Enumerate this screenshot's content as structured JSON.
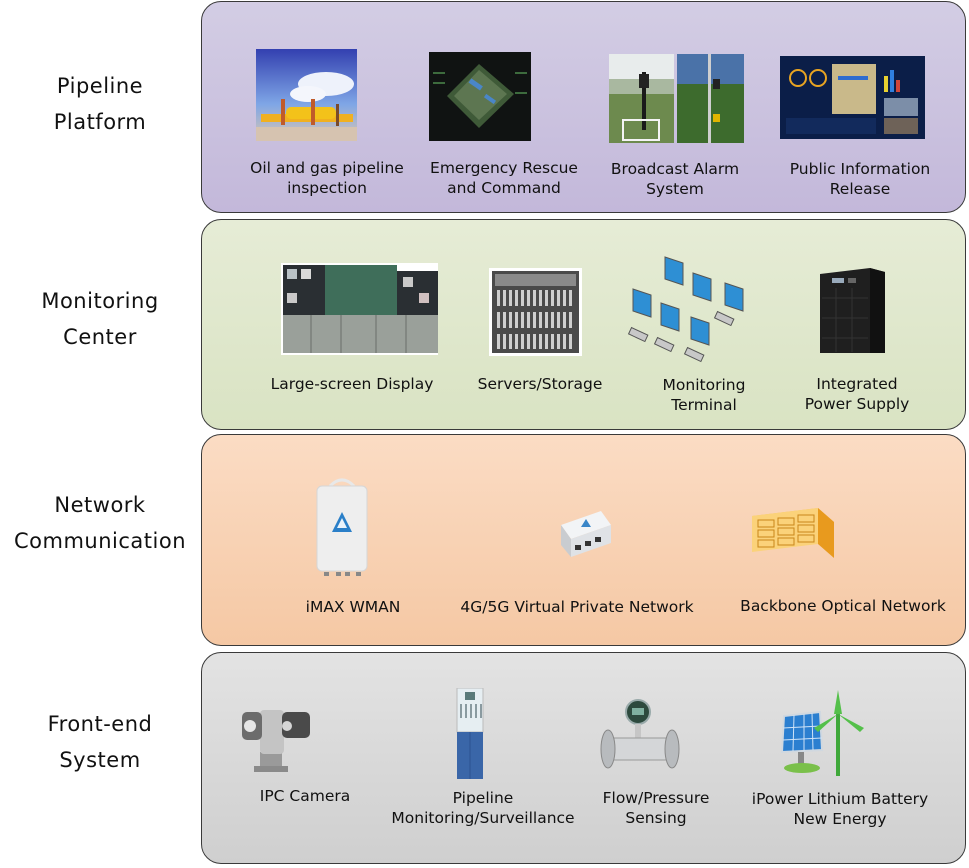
{
  "layers": [
    {
      "label_line1": "Pipeline",
      "label_line2": "Platform",
      "color": "#c9c0de",
      "items": [
        {
          "line1": "Oil and gas pipeline",
          "line2": "inspection",
          "icon": "pipeline-photo-icon"
        },
        {
          "line1": "Emergency Rescue",
          "line2": "and Command",
          "icon": "command-dashboard-icon"
        },
        {
          "line1": "Broadcast Alarm",
          "line2": "System",
          "icon": "alarm-pole-icon"
        },
        {
          "line1": "Public Information",
          "line2": "Release",
          "icon": "info-dashboard-icon"
        }
      ]
    },
    {
      "label_line1": "Monitoring",
      "label_line2": "Center",
      "color": "#dfe7cc",
      "items": [
        {
          "line1": "Large-screen Display",
          "line2": "",
          "icon": "video-wall-icon"
        },
        {
          "line1": "Servers/Storage",
          "line2": "",
          "icon": "server-rack-icon"
        },
        {
          "line1": "Monitoring",
          "line2": "Terminal",
          "icon": "monitor-terminals-icon"
        },
        {
          "line1": "Integrated",
          "line2": "Power Supply",
          "icon": "ups-cabinet-icon"
        }
      ]
    },
    {
      "label_line1": "Network",
      "label_line2": "Communication",
      "color": "#f8d1b3",
      "items": [
        {
          "line1": "iMAX WMAN",
          "line2": "",
          "icon": "wireless-base-station-icon"
        },
        {
          "line1": "4G/5G Virtual Private Network",
          "line2": "",
          "icon": "router-box-icon"
        },
        {
          "line1": "Backbone Optical Network",
          "line2": "",
          "icon": "optical-chassis-icon"
        }
      ]
    },
    {
      "label_line1": "Front-end",
      "label_line2": "System",
      "color": "#d9d9d9",
      "items": [
        {
          "line1": "IPC Camera",
          "line2": "",
          "icon": "ptz-camera-icon"
        },
        {
          "line1": "Pipeline",
          "line2": "Monitoring/Surveillance",
          "icon": "monitoring-cabinet-icon"
        },
        {
          "line1": "Flow/Pressure",
          "line2": "Sensing",
          "icon": "flow-meter-icon"
        },
        {
          "line1": "iPower Lithium Battery",
          "line2": "New Energy",
          "icon": "solar-wind-icon"
        }
      ]
    }
  ]
}
